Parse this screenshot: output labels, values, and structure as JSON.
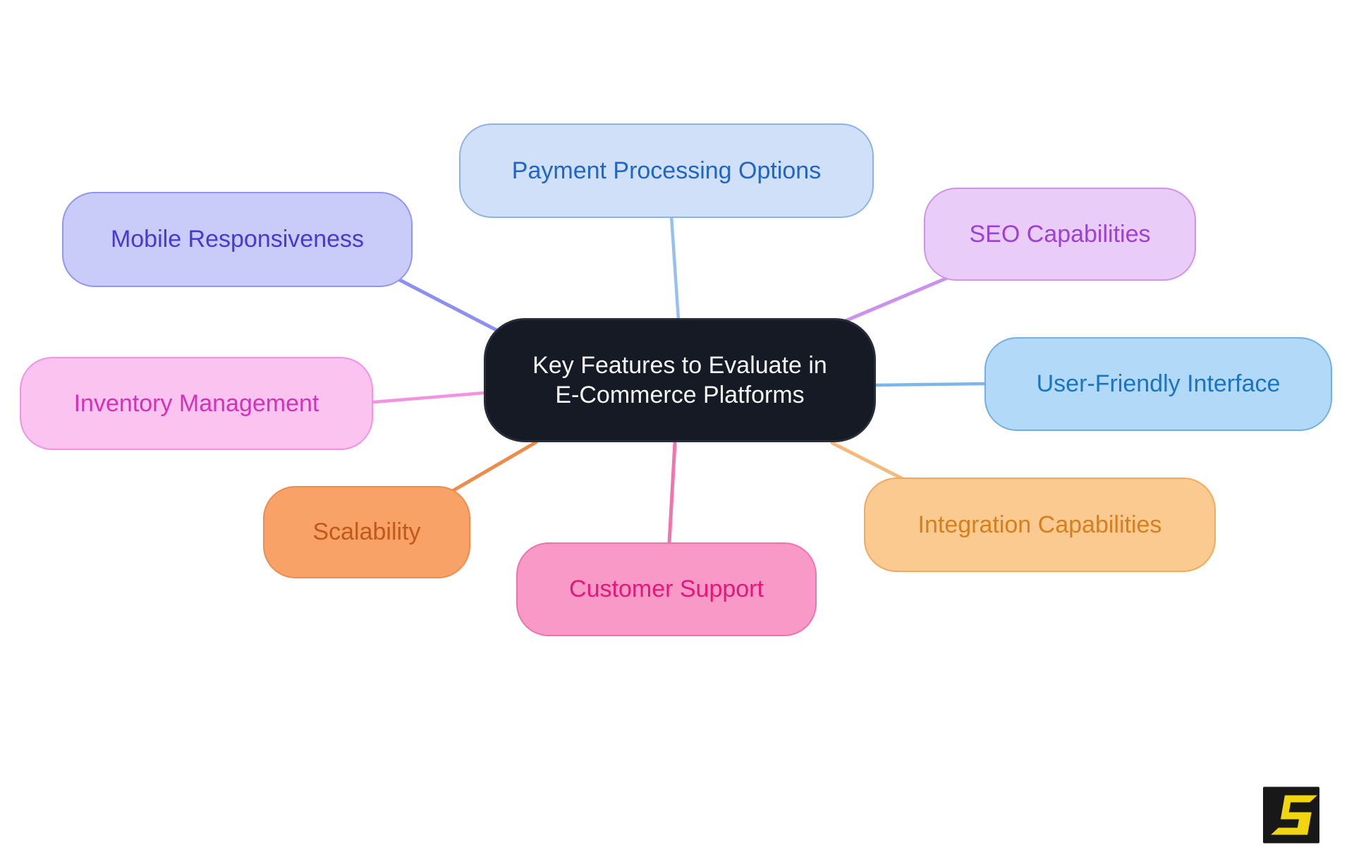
{
  "diagram": {
    "center_node": {
      "label_line1": "Key Features to Evaluate in",
      "label_line2": "E-Commerce Platforms",
      "bg": "#151a24",
      "border": "#262c38",
      "text": "#f7f8fa"
    },
    "nodes": [
      {
        "id": "payment-processing-options",
        "label": "Payment Processing Options",
        "bg": "#cfe0f8",
        "border": "#8db2ea",
        "text": "#2166c6",
        "line": "#96bff2"
      },
      {
        "id": "seo-capabilities",
        "label": "SEO Capabilities",
        "bg": "#e9ccf7",
        "border": "#cf93ee",
        "text": "#9d40d4",
        "line": "#cb92ec"
      },
      {
        "id": "user-friendly-interface",
        "label": "User-Friendly Interface",
        "bg": "#b2daf8",
        "border": "#72b0e4",
        "text": "#1b74c2",
        "line": "#7eb6ea"
      },
      {
        "id": "integration-capabilities",
        "label": "Integration Capabilities",
        "bg": "#fbca90",
        "border": "#f3a95d",
        "text": "#d5801f",
        "line": "#f6b97d"
      },
      {
        "id": "customer-support",
        "label": "Customer Support",
        "bg": "#f899c8",
        "border": "#f171ac",
        "text": "#e51879",
        "line": "#f075ae"
      },
      {
        "id": "scalability",
        "label": "Scalability",
        "bg": "#f9a267",
        "border": "#ef8b4e",
        "text": "#c0591b",
        "line": "#ee8a4a"
      },
      {
        "id": "inventory-management",
        "label": "Inventory Management",
        "bg": "#fac3f0",
        "border": "#f391e2",
        "text": "#d432b6",
        "line": "#f392e2"
      },
      {
        "id": "mobile-responsiveness",
        "label": "Mobile Responsiveness",
        "bg": "#c9ccf8",
        "border": "#9196f0",
        "text": "#4839d6",
        "line": "#8b90f2"
      }
    ]
  },
  "logo": {
    "icon": "angular-s-icon",
    "bg": "#181818",
    "glyph_color": "#f2d511"
  }
}
